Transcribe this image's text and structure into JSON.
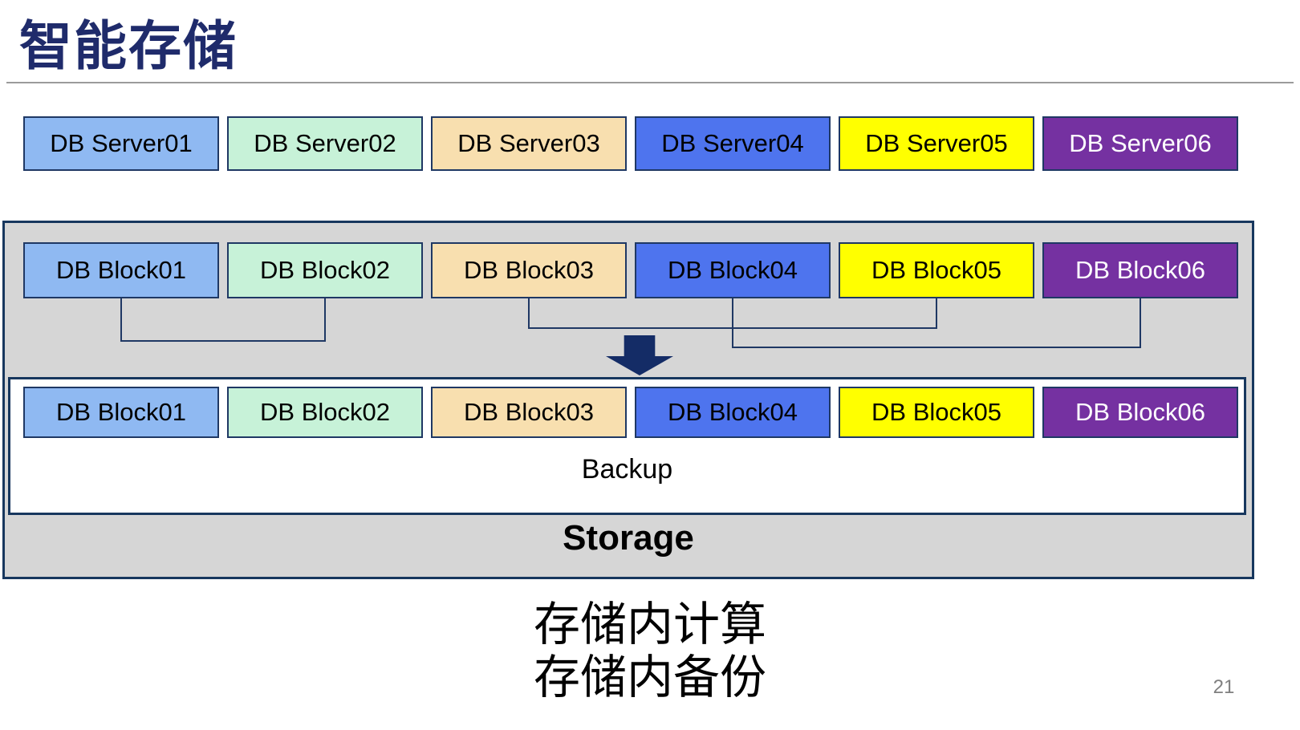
{
  "title": "智能存储",
  "page_number": "21",
  "colors": {
    "title_navy": "#1F2B6B",
    "box_border_navy": "#1F3864",
    "panel_border_navy": "#17375E",
    "storage_panel_gray": "#D6D6D6",
    "arrow_navy": "#142C66",
    "divider_gray": "#9B9B9B",
    "page_number_gray": "#808080"
  },
  "server_row": [
    {
      "label": "DB Server01",
      "bg": "#8FB9F2",
      "fg": "#000000"
    },
    {
      "label": "DB Server02",
      "bg": "#C7F2D8",
      "fg": "#000000"
    },
    {
      "label": "DB Server03",
      "bg": "#F8DFAF",
      "fg": "#000000"
    },
    {
      "label": "DB Server04",
      "bg": "#4E74EE",
      "fg": "#000000"
    },
    {
      "label": "DB Server05",
      "bg": "#FFFF00",
      "fg": "#000000"
    },
    {
      "label": "DB Server06",
      "bg": "#7531A1",
      "fg": "#FFFFFF"
    }
  ],
  "block_row_top": [
    {
      "label": "DB Block01",
      "bg": "#8FB9F2",
      "fg": "#000000"
    },
    {
      "label": "DB Block02",
      "bg": "#C7F2D8",
      "fg": "#000000"
    },
    {
      "label": "DB Block03",
      "bg": "#F8DFAF",
      "fg": "#000000"
    },
    {
      "label": "DB Block04",
      "bg": "#4E74EE",
      "fg": "#000000"
    },
    {
      "label": "DB Block05",
      "bg": "#FFFF00",
      "fg": "#000000"
    },
    {
      "label": "DB Block06",
      "bg": "#7531A1",
      "fg": "#FFFFFF"
    }
  ],
  "block_row_bottom": [
    {
      "label": "DB Block01",
      "bg": "#8FB9F2",
      "fg": "#000000"
    },
    {
      "label": "DB Block02",
      "bg": "#C7F2D8",
      "fg": "#000000"
    },
    {
      "label": "DB Block03",
      "bg": "#F8DFAF",
      "fg": "#000000"
    },
    {
      "label": "DB Block04",
      "bg": "#4E74EE",
      "fg": "#000000"
    },
    {
      "label": "DB Block05",
      "bg": "#FFFF00",
      "fg": "#000000"
    },
    {
      "label": "DB Block06",
      "bg": "#7531A1",
      "fg": "#FFFFFF"
    }
  ],
  "storage": {
    "backup_label": "Backup",
    "storage_label": "Storage"
  },
  "captions": {
    "line1": "存储内计算",
    "line2": "存储内备份"
  }
}
